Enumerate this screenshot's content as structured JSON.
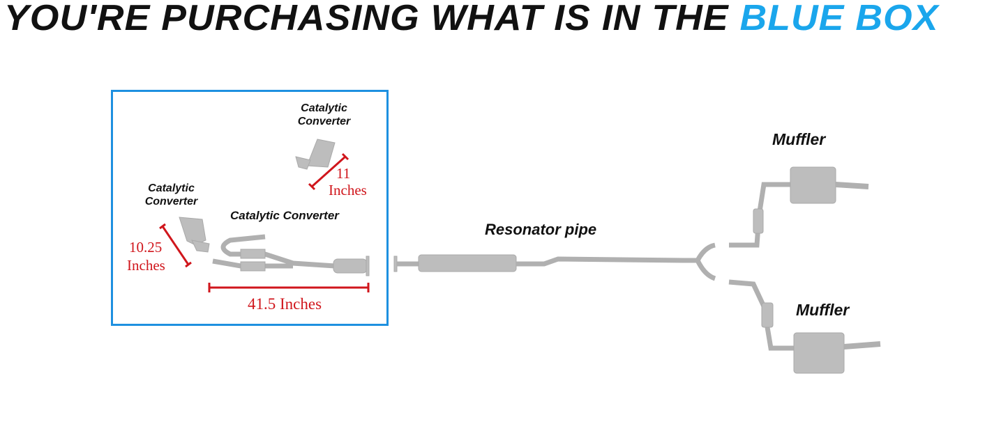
{
  "title": {
    "prefix": "YOU'RE PURCHASING WHAT IS IN THE",
    "highlight": "BLUE BOX"
  },
  "labels": {
    "cat_top": "Catalytic Converter",
    "cat_left": "Catalytic Converter",
    "cat_main": "Catalytic Converter",
    "resonator": "Resonator pipe",
    "muffler_top": "Muffler",
    "muffler_bottom": "Muffler"
  },
  "dimensions": {
    "cat_top_len": "11",
    "cat_top_unit": "Inches",
    "cat_left_len": "10.25",
    "cat_left_unit": "Inches",
    "main_len": "41.5 Inches"
  },
  "colors": {
    "highlight": "#1aa6ec",
    "dimension": "#d0161c",
    "box": "#1e90e0"
  }
}
